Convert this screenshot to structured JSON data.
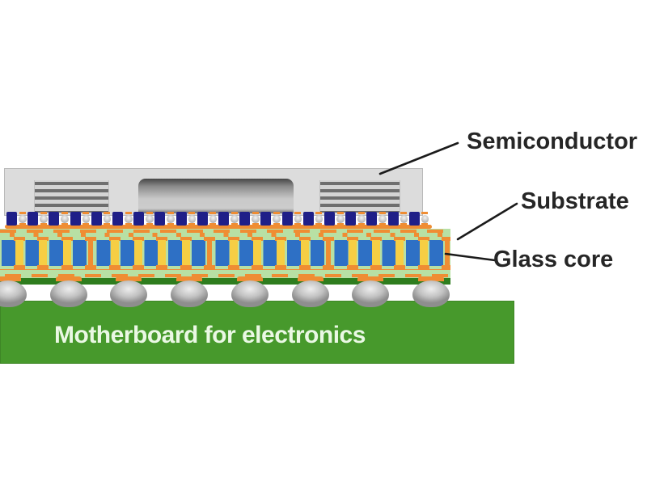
{
  "labels": {
    "semiconductor": "Semiconductor",
    "substrate": "Substrate",
    "glass_core": "Glass core",
    "motherboard": "Motherboard for electronics"
  },
  "colors": {
    "motherboard_green": "#47992c",
    "resist_green": "#2e7d1e",
    "buildup_green": "#b8e0a4",
    "trace_orange": "#ef8d33",
    "via_yellow": "#f6ce44",
    "core_blue": "#2e70c5",
    "bump_navy": "#1f1f88",
    "lid_gray": "#dcdcdc",
    "lid_border_gray": "#b9b9b9",
    "stripe_gray": "#6e6e6e",
    "stripe_bg_gray": "#d4d4d4",
    "die_gray_dark": "#464646",
    "die_gray_light": "#c9c9c9",
    "ball_gray_light": "#ededed",
    "ball_gray_dark": "#8e8e8e",
    "label_text": "#262626",
    "motherboard_text": "#eaf8e4",
    "leader_line": "#1b1b1b"
  },
  "structure": {
    "bump_count": 20,
    "core_via_count": 19,
    "solder_ball_count": 8
  }
}
